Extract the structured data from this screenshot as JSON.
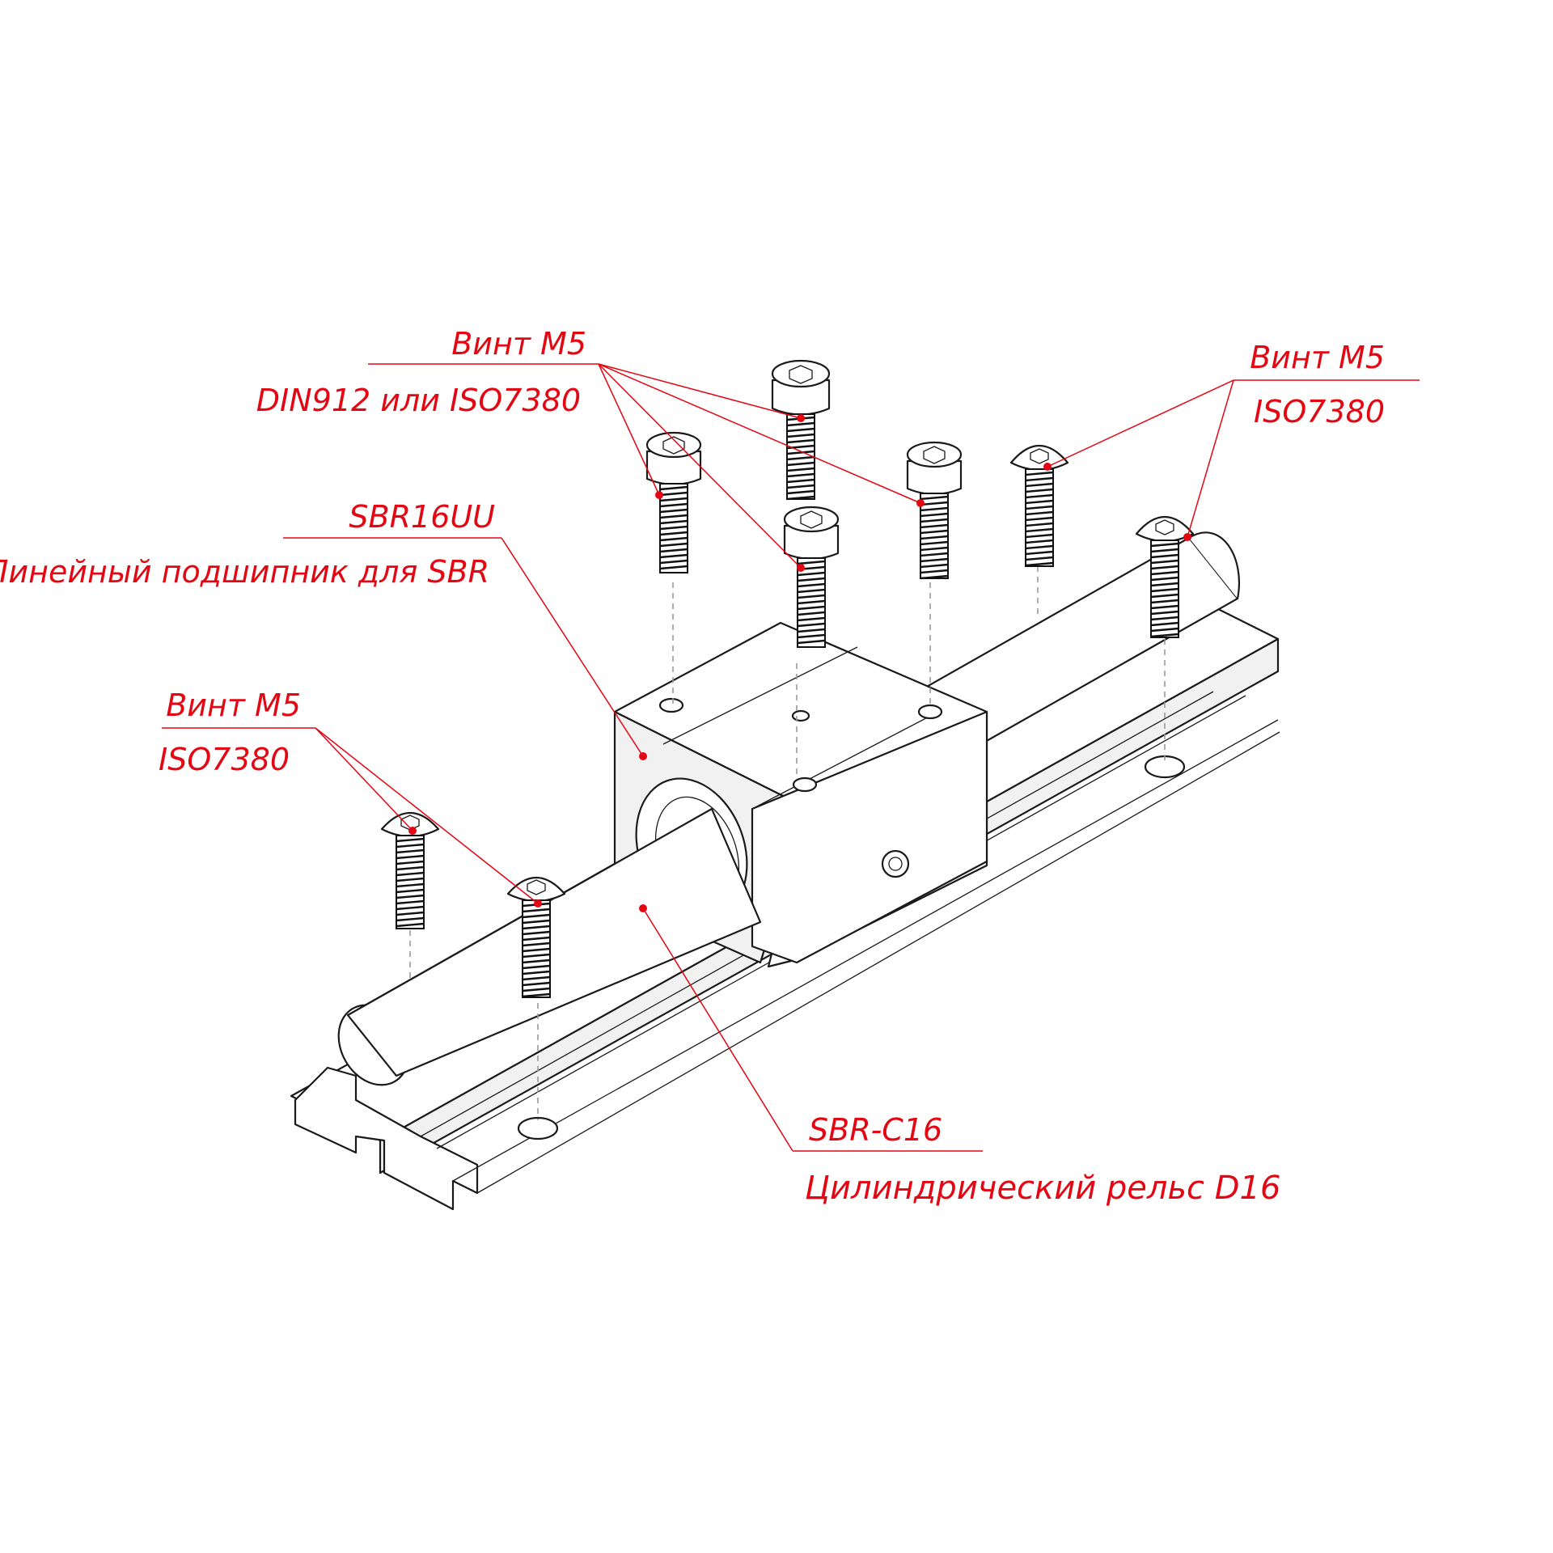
{
  "callouts": {
    "screws_block": {
      "line1": "Винт М5",
      "line2": "DIN912 или ISO7380"
    },
    "screw_right": {
      "line1": "Винт М5",
      "line2": "ISO7380"
    },
    "bearing": {
      "line1": "SBR16UU",
      "line2": "Линейный подшипник для SBR"
    },
    "screw_left": {
      "line1": "Винт М5",
      "line2": "ISO7380"
    },
    "rail": {
      "line1": "SBR-C16",
      "line2": "Цилиндрический рельс D16"
    }
  },
  "colors": {
    "annotation": "#e30613",
    "outline": "#1a1a1a",
    "projection_line": "#9a9a9a"
  }
}
